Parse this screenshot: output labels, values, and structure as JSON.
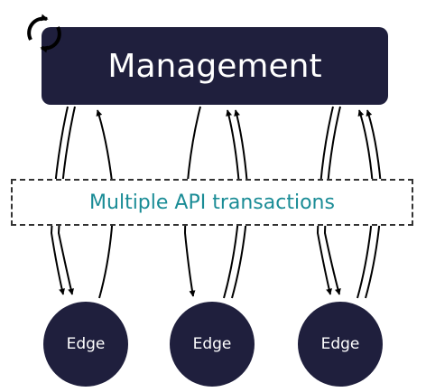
{
  "management": {
    "label": "Management"
  },
  "api_band": {
    "label": "Multiple API transactions"
  },
  "edges": [
    {
      "label": "Edge"
    },
    {
      "label": "Edge"
    },
    {
      "label": "Edge"
    }
  ],
  "icons": {
    "sync": "sync-icon"
  },
  "colors": {
    "node_fill": "#1f1f3d",
    "band_text": "#1a8c96",
    "arrow": "#000000"
  }
}
